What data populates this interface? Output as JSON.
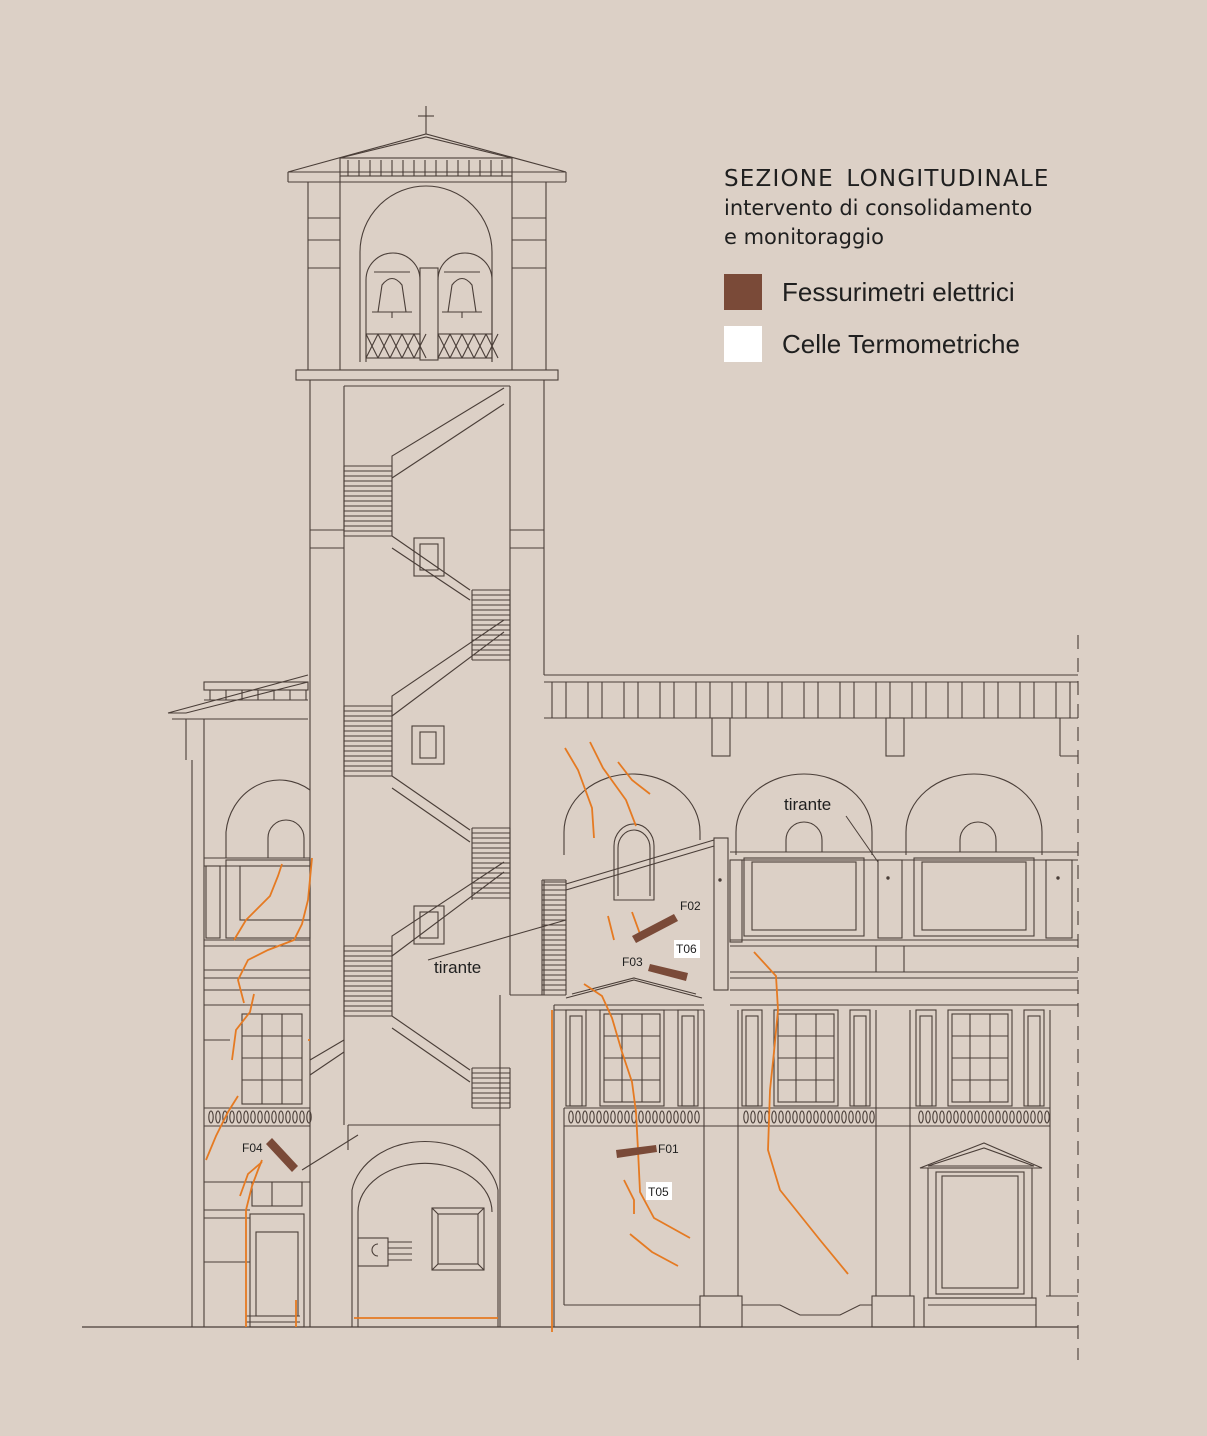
{
  "legend": {
    "title": "SEZIONE LONGITUDINALE",
    "subtitle_line1": "intervento di consolidamento",
    "subtitle_line2": "e monitoraggio",
    "items": [
      {
        "label": "Fessurimetri elettrici",
        "color": "#7a4a38"
      },
      {
        "label": "Celle Termometriche",
        "color": "#ffffff"
      }
    ]
  },
  "labels": {
    "tirante_left": "tirante",
    "tirante_right": "tirante"
  },
  "sensors": {
    "F01": "F01",
    "F02": "F02",
    "F03": "F03",
    "F04": "F04",
    "T05": "T05",
    "T06": "T06"
  },
  "colors": {
    "background": "#dcd0c6",
    "line": "#4a3e38",
    "crack": "#e57a22",
    "gauge": "#7a4a38",
    "cell": "#ffffff"
  }
}
